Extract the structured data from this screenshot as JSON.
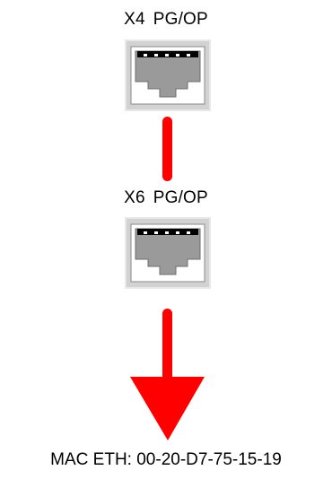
{
  "ports": [
    {
      "id": "X4",
      "type": "PG/OP"
    },
    {
      "id": "X6",
      "type": "PG/OP"
    }
  ],
  "mac": {
    "label": "MAC ETH:",
    "value": "00-20-D7-75-15-19"
  },
  "colors": {
    "connector": "#ff0000",
    "arrow": "#ff0000",
    "port_frame": "#c8c8c8",
    "jack_fill": "#9a9a9a",
    "contacts": "#000000"
  },
  "icons": [
    "rj45-port-icon",
    "connection-line",
    "down-arrow-icon"
  ]
}
